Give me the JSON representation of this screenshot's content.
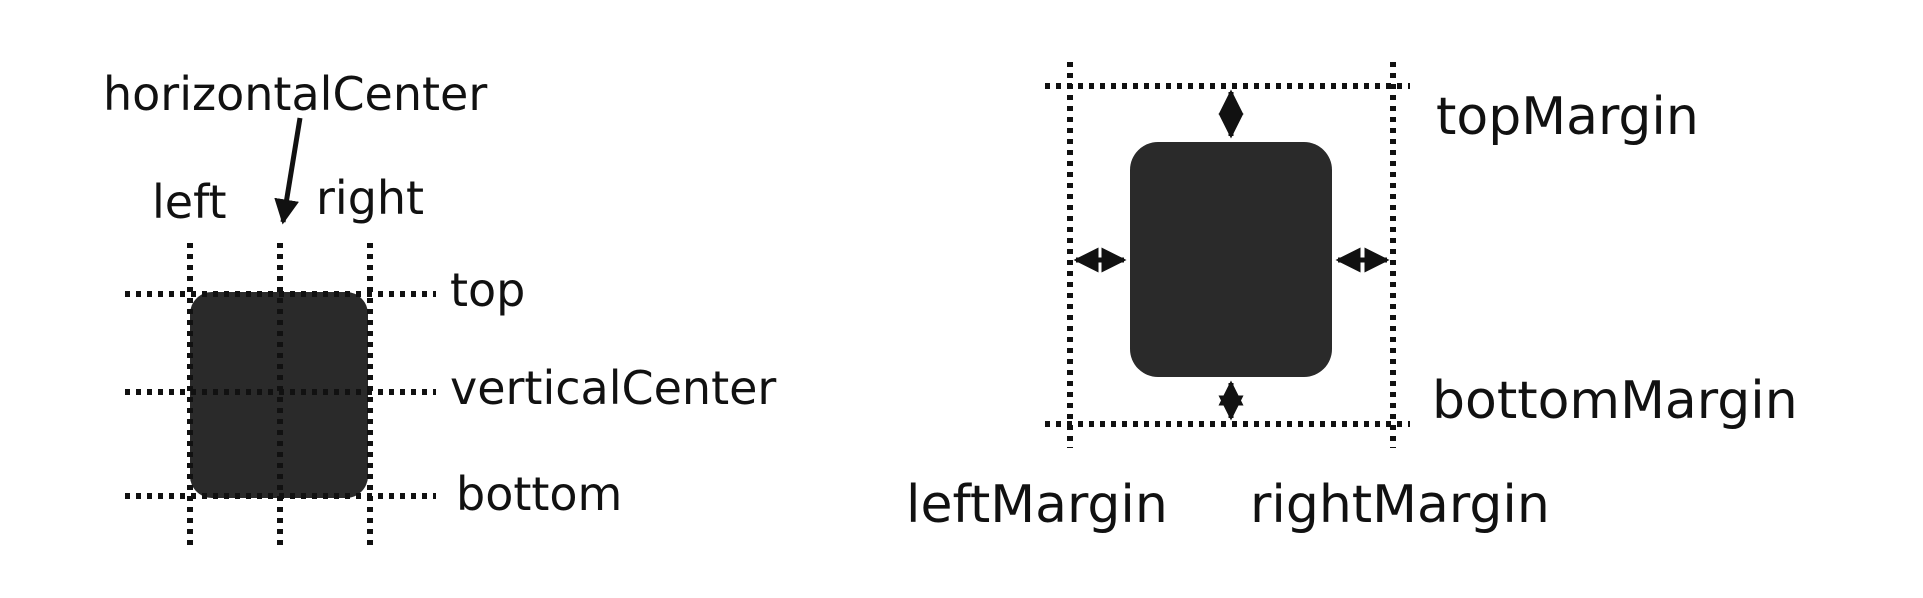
{
  "colors": {
    "background": "#ffffff",
    "item_fill": "#2a2a2a",
    "line": "#111111"
  },
  "anchor_lines": {
    "horizontal_center": "horizontalCenter",
    "left": "left",
    "right": "right",
    "top": "top",
    "vertical_center": "verticalCenter",
    "bottom": "bottom"
  },
  "margins": {
    "top_margin": "topMargin",
    "bottom_margin": "bottomMargin",
    "left_margin": "leftMargin",
    "right_margin": "rightMargin"
  }
}
